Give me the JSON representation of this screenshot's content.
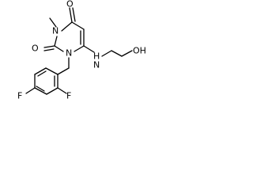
{
  "molecule": {
    "atoms": {
      "o_top": "O",
      "n_methyl": "N",
      "methyl_label": "",
      "o_left": "O",
      "n_benzyl": "N",
      "nh_amine": "H",
      "n_amine": "N",
      "hydroxyl": "OH",
      "f_left": "F",
      "f_right": "F"
    }
  }
}
